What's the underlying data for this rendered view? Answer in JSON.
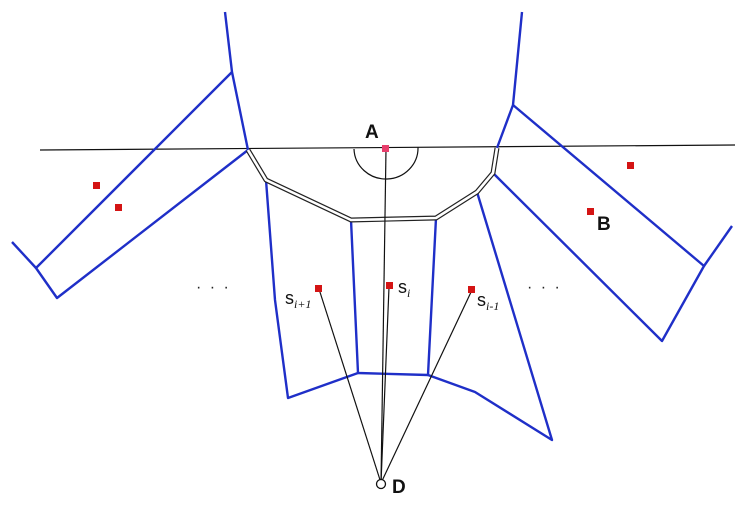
{
  "labels": {
    "A": "A",
    "B": "B",
    "D": "D",
    "s_base": "s",
    "s_i_sub": "i",
    "s_i_plus_1_sub": "i+1",
    "s_i_minus_1_sub": "i-1",
    "ellipsis_left": "· · ·",
    "ellipsis_right": "· · ·"
  },
  "colors": {
    "cell_edge": "#1f2fc8",
    "site": "#d41414",
    "site_A": "#e83e6c",
    "line": "#111111",
    "background": "#ffffff"
  }
}
